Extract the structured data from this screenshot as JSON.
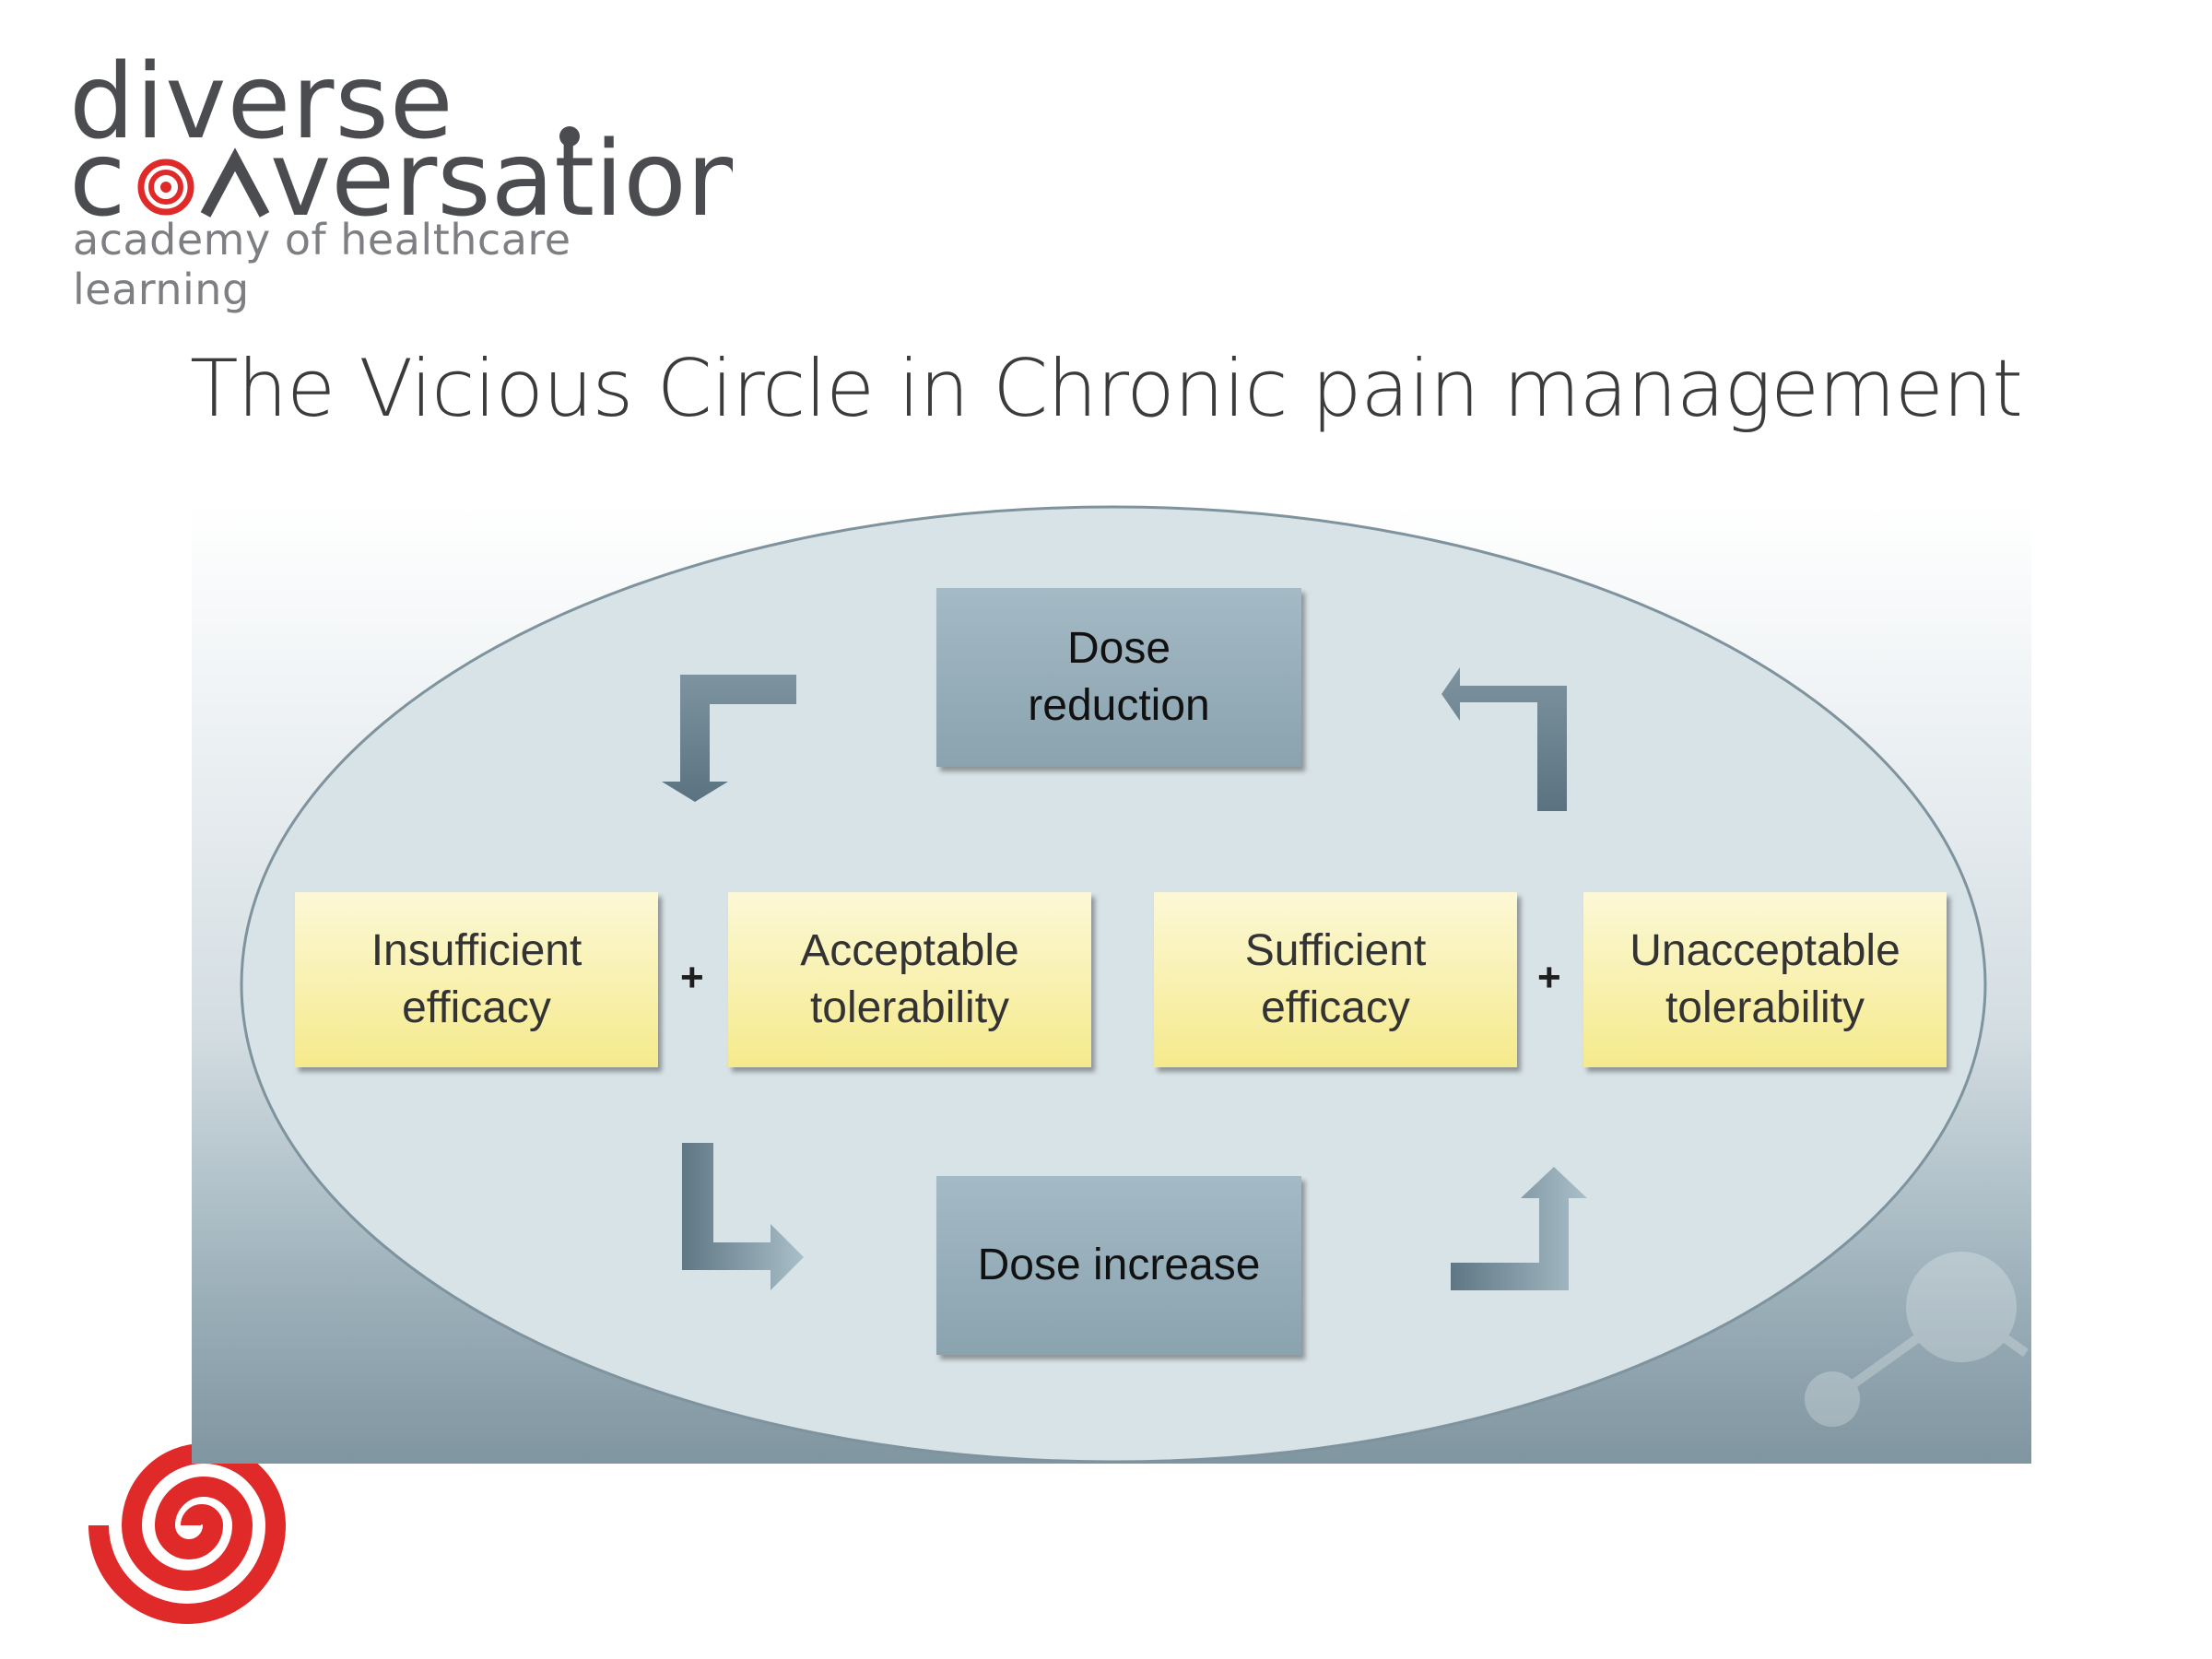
{
  "logo": {
    "line1": "diverse",
    "line2": "conversations",
    "tagline": "academy of healthcare learning"
  },
  "title": "The Vicious Circle in Chronic pain management",
  "diagram": {
    "top_box": "Dose\nreduction",
    "bottom_box": "Dose increase",
    "left_pair": {
      "first": "Insufficient efficacy",
      "second": "Acceptable tolerability",
      "operator": "+"
    },
    "right_pair": {
      "first": "Sufficient efficacy",
      "second": "Unacceptable tolerability",
      "operator": "+"
    }
  },
  "colors": {
    "brand_red": "#e02a2a",
    "logo_gray": "#4a4c50",
    "box_blue": "#93abb7",
    "box_yellow": "#f8f0b0",
    "arrow": "#6e8794"
  },
  "icons": [
    "spiral-logo-icon",
    "corner-arrow-icon"
  ]
}
